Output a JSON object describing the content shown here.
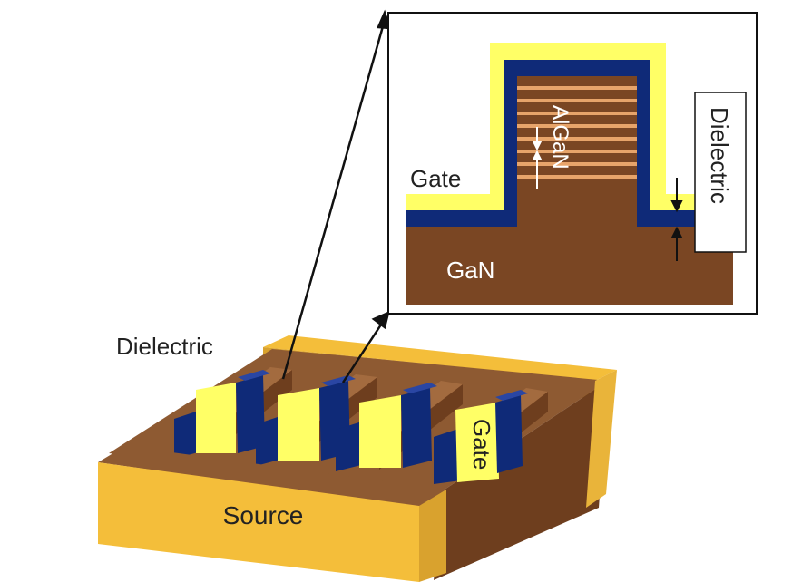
{
  "labels": {
    "dielectric_main": "Dielectric",
    "source": "Source",
    "gate_main": "Gate",
    "inset_gate": "Gate",
    "inset_algan": "AlGaN",
    "inset_gan": "GaN",
    "inset_dielectric": "Dielectric"
  },
  "colors": {
    "yellow_gate": "#FFFF66",
    "source_gold": "#F4BE3A",
    "gan_brown": "#7A4623",
    "gan_brown_light": "#8E5A32",
    "dielectric_blue": "#0F2A78",
    "algan_stripe": "#E7A46A",
    "frame": "#222222"
  }
}
